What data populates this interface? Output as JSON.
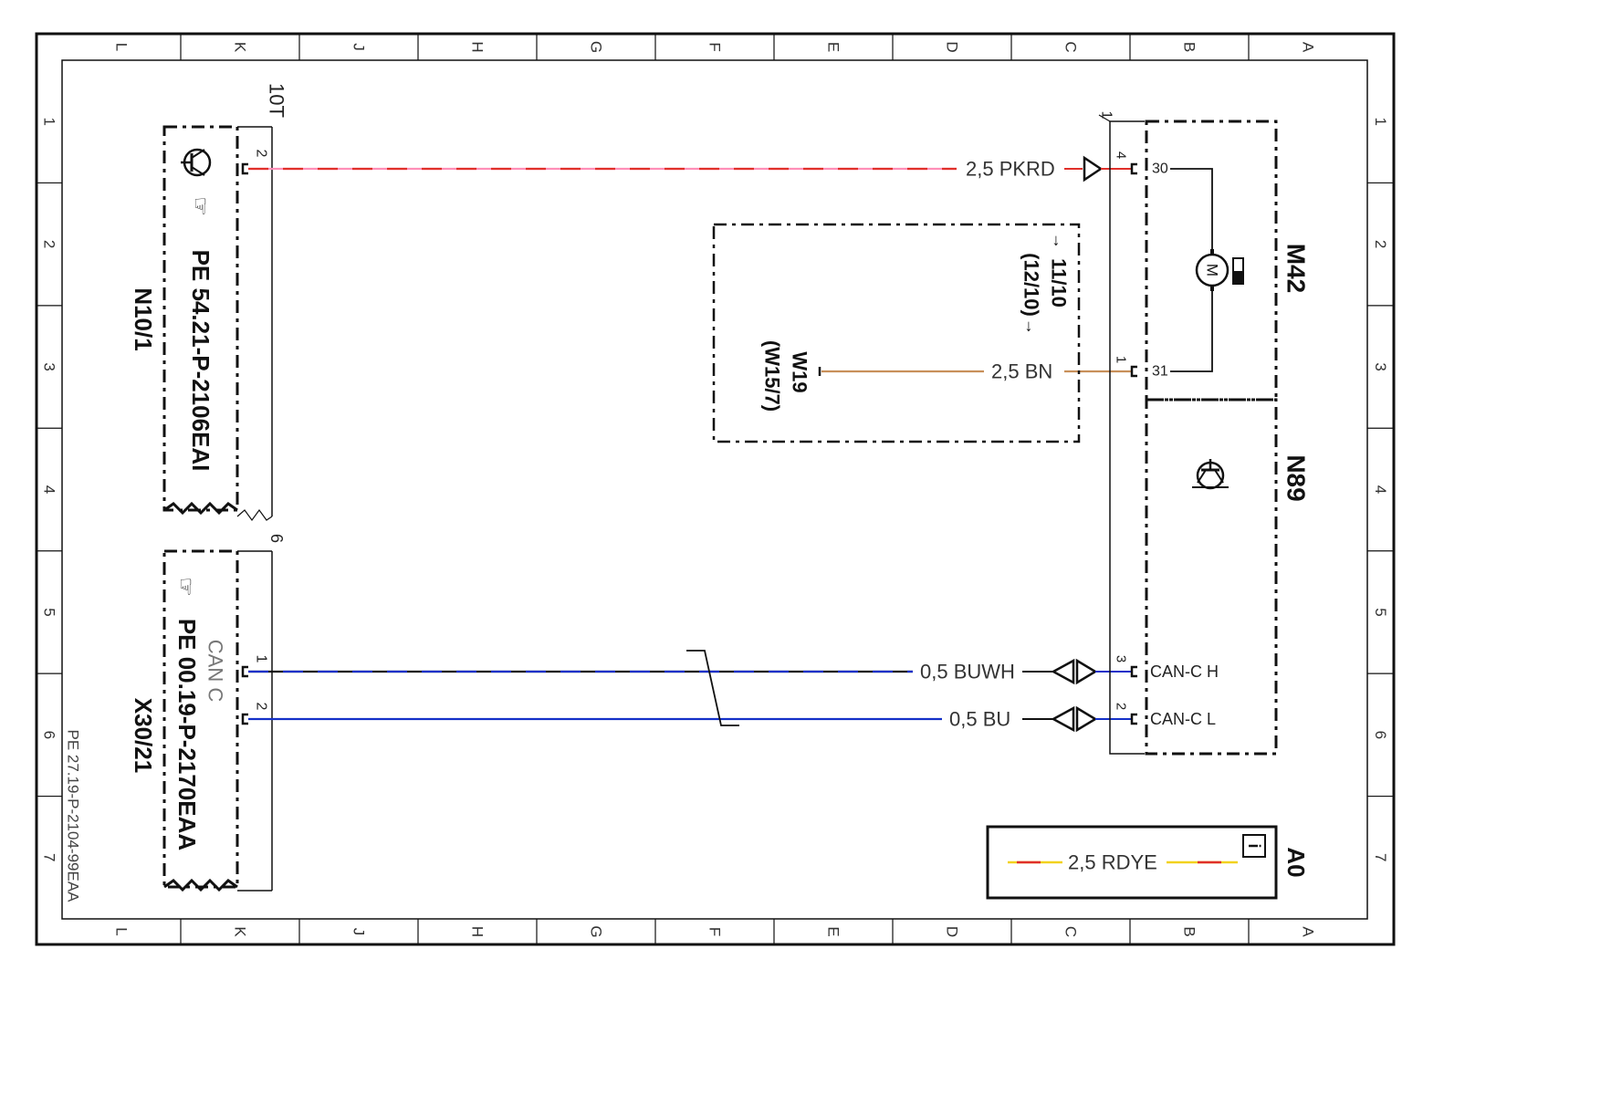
{
  "frame": {
    "columns": [
      "L",
      "K",
      "J",
      "H",
      "G",
      "F",
      "E",
      "D",
      "C",
      "B",
      "A"
    ],
    "rows": [
      "1",
      "2",
      "3",
      "4",
      "5",
      "6",
      "7"
    ],
    "doc_number": "PE 27.19-P-2104-99EAA"
  },
  "components": {
    "n10_1": {
      "id": "N10/1",
      "ref": "PE 54.21-P-2106EAI",
      "bundle": "10T",
      "pin_a": "2"
    },
    "x30_21": {
      "id": "X30/21",
      "ref": "PE 00.19-P-2170EAA",
      "bus_label": "CAN C",
      "pin_count": "6",
      "pin_h": "1",
      "pin_l": "2"
    },
    "m42": {
      "id": "M42",
      "pin_30": "30",
      "pin_31": "31",
      "motor_label": "M"
    },
    "n89": {
      "id": "N89",
      "pin_can_h": "CAN-C H",
      "pin_can_l": "CAN-C L"
    },
    "connector_b": {
      "id": "1",
      "pin_4": "4",
      "pin_1": "1",
      "pin_3": "3",
      "pin_2": "2"
    },
    "ground": {
      "id": "W19",
      "alt": "(W15/7)",
      "ref": "11/10",
      "ref_alt": "(12/10)"
    }
  },
  "wires": [
    {
      "label": "2,5 PKRD",
      "colors": [
        "#ff8fb8",
        "#e0302a"
      ]
    },
    {
      "label": "2,5 BN",
      "colors": [
        "#c8905a"
      ]
    },
    {
      "label": "0,5 BUWH",
      "colors": [
        "#1430c8",
        "#111111"
      ]
    },
    {
      "label": "0,5 BU",
      "colors": [
        "#1430c8"
      ]
    }
  ],
  "legend": {
    "label": "2,5 RDYE",
    "info_icon": "i",
    "sheet": "A0",
    "colors": [
      "#e0302a",
      "#f2d21e"
    ]
  }
}
